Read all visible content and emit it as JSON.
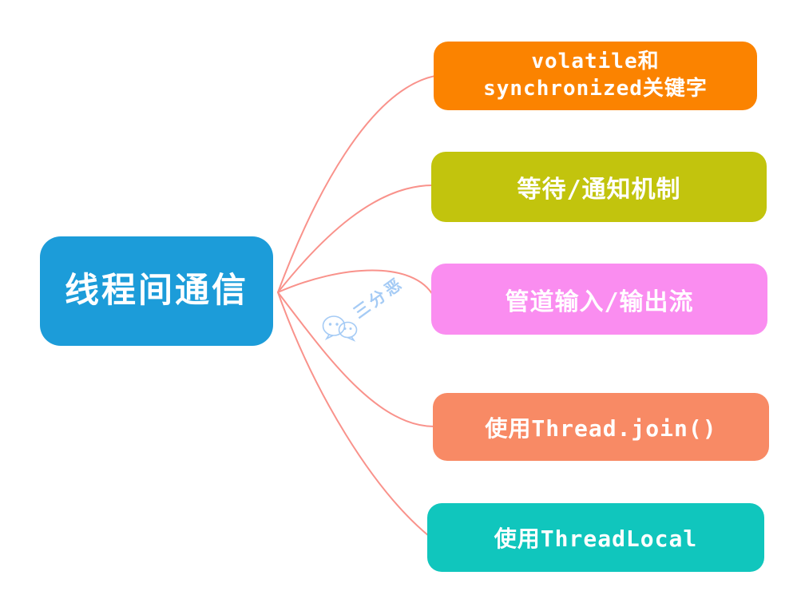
{
  "diagram": {
    "title": "线程间通信 mind map",
    "root": {
      "label": "线程间通信",
      "color": "#1C9CD9"
    },
    "branches": [
      {
        "label": "volatile和synchronized关键字",
        "lines": [
          "volatile和",
          "synchronized关键字"
        ],
        "color": "#FB8300"
      },
      {
        "label": "等待/通知机制",
        "lines": [
          "等待/通知机制"
        ],
        "color": "#C2C40D"
      },
      {
        "label": "管道输入/输出流",
        "lines": [
          "管道输入/输出流"
        ],
        "color": "#FA8DF0"
      },
      {
        "label": "使用Thread.join()",
        "lines": [
          "使用Thread.join()"
        ],
        "color": "#F88A65"
      },
      {
        "label": "使用ThreadLocal",
        "lines": [
          "使用ThreadLocal"
        ],
        "color": "#10C6BD"
      }
    ],
    "connector_color": "#F9928B",
    "text_color": "#ffffff",
    "watermark": {
      "text": "三分恶",
      "icon": "wechat-icon",
      "color": "#A5CBF5"
    }
  }
}
